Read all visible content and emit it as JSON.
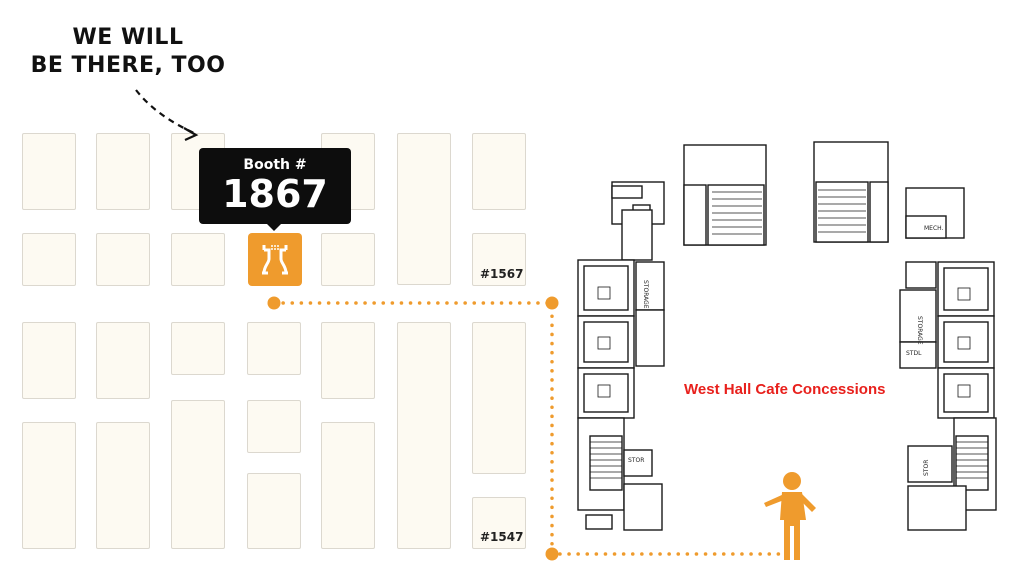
{
  "callout": {
    "line1": "WE WILL",
    "line2": "BE THERE, TOO"
  },
  "tooltip": {
    "label": "Booth #",
    "number": "1867"
  },
  "booth_labels": {
    "upper": "#1567",
    "lower": "#1547"
  },
  "cafe": {
    "label": "West Hall Cafe Concessions"
  },
  "floorplan_labels": {
    "mech": "MECH.",
    "stor": "STOR",
    "storage": "STORAGE",
    "stdl": "STDL"
  },
  "colors": {
    "accent": "#ef9b2d",
    "booth_fill": "#fdfaf2",
    "cafe_text": "#e8201c",
    "tooltip_bg": "#0d0d0d"
  },
  "icons": {
    "marker": "booth-logo-icon",
    "person": "person-icon",
    "arrow": "dashed-curved-arrow-icon"
  }
}
